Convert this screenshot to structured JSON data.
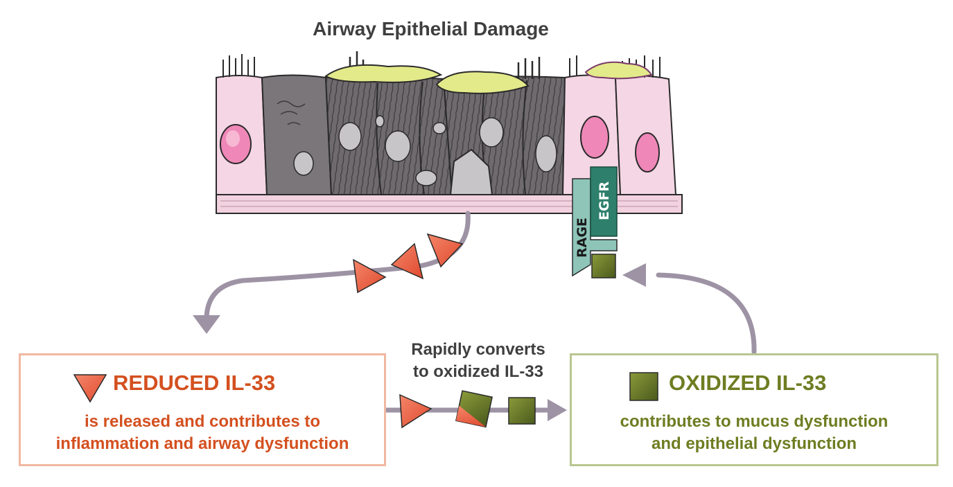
{
  "figure": {
    "title": "Airway Epithelial Damage",
    "receptors": {
      "rage": "RAGE",
      "egfr": "EGFR"
    },
    "conversion_label_line1": "Rapidly converts",
    "conversion_label_line2": "to oxidized IL-33",
    "reduced": {
      "title": "REDUCED IL-33",
      "body_line1": "is released and contributes to",
      "body_line2": "inflammation and airway dysfunction"
    },
    "oxidized": {
      "title": "OXIDIZED IL-33",
      "body_line1": "contributes to mucus dysfunction",
      "body_line2": "and epithelial dysfunction"
    }
  },
  "colors": {
    "reduced": "#d4501f",
    "oxidized": "#6e7d22",
    "arrow": "#9e93a5",
    "pink_cell": "#f5d6e4",
    "damaged_cell": "#6e6a6e",
    "mucus": "#e3ea8a",
    "rage": "#8ec5b8",
    "egfr": "#2e7f6c"
  }
}
